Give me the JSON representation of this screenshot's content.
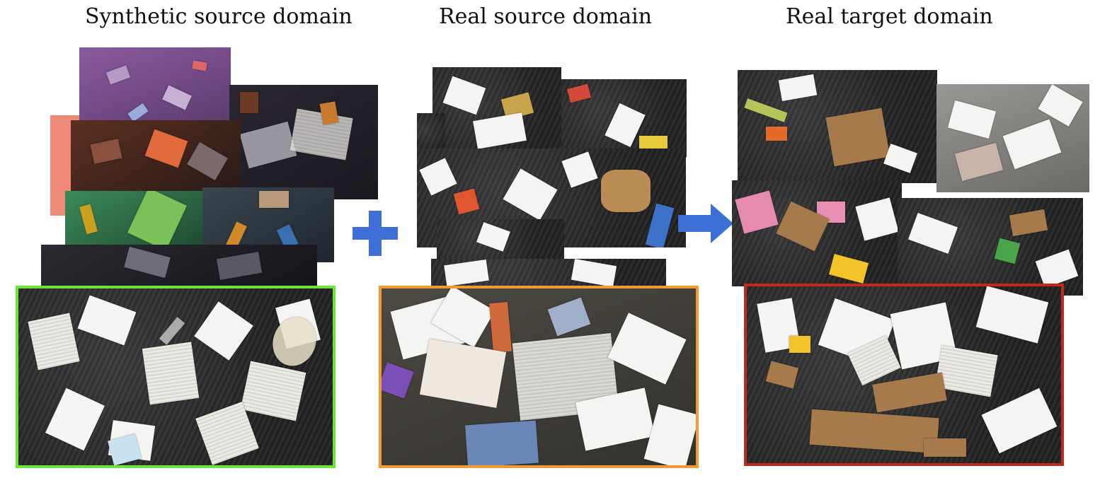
{
  "titles": {
    "synthetic": "Synthetic source domain",
    "real_source": "Real source domain",
    "real_target": "Real target domain"
  },
  "icons": {
    "plus": "plus-icon",
    "arrow": "arrow-right-icon"
  },
  "colors": {
    "synthetic_frame": "#6be33a",
    "real_source_frame": "#f09a35",
    "real_target_frame": "#c0291b",
    "operator_blue": "#3d6fd6"
  }
}
